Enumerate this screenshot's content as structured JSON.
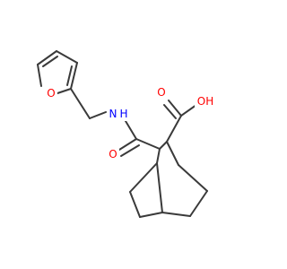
{
  "molecule": {
    "atoms": [
      {
        "id": "furan_o",
        "symbol": "O",
        "color": "#ff0000"
      },
      {
        "id": "amide_n",
        "symbol": "N",
        "color": "#0000ff"
      },
      {
        "id": "amide_h",
        "symbol": "H",
        "color": "#0000ff"
      },
      {
        "id": "amide_o",
        "symbol": "O",
        "color": "#ff0000"
      },
      {
        "id": "acid_o",
        "symbol": "O",
        "color": "#ff0000"
      },
      {
        "id": "acid_oh",
        "symbol": "OH",
        "color": "#ff0000"
      }
    ],
    "bond_color": "#3a3a3a",
    "background": "#ffffff"
  }
}
